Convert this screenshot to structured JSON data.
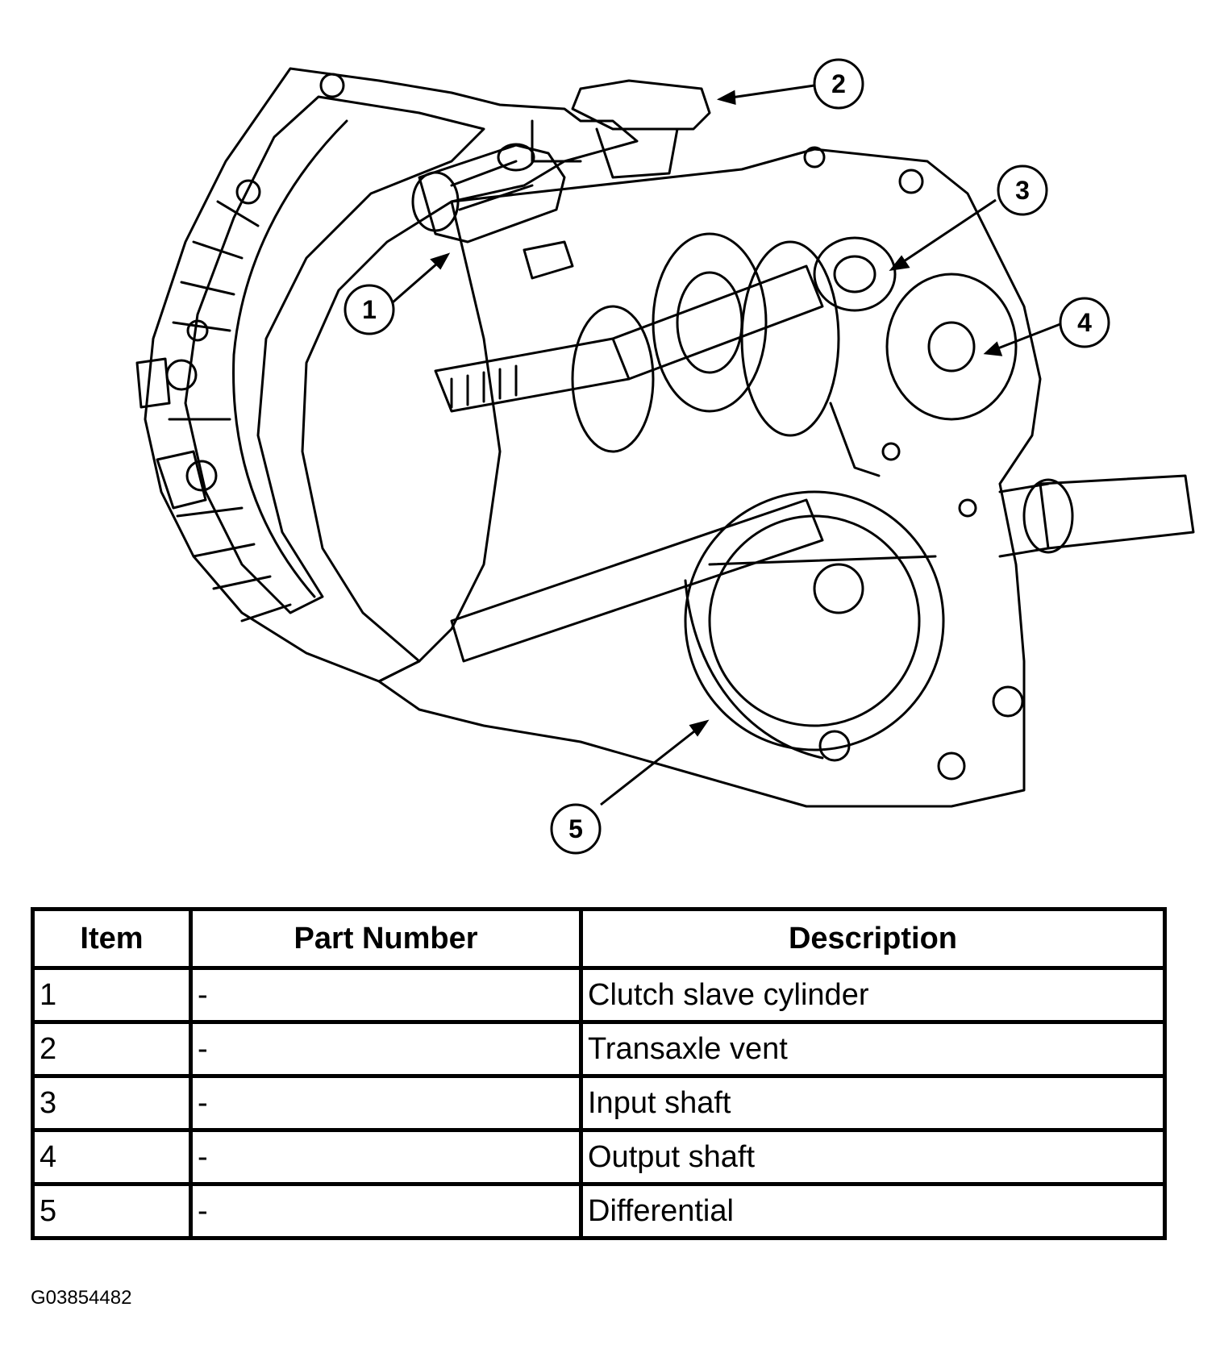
{
  "callouts": [
    {
      "number": "1"
    },
    {
      "number": "2"
    },
    {
      "number": "3"
    },
    {
      "number": "4"
    },
    {
      "number": "5"
    }
  ],
  "table": {
    "headers": [
      "Item",
      "Part Number",
      "Description"
    ],
    "rows": [
      {
        "item": "1",
        "part_number": "-",
        "description": "Clutch slave cylinder"
      },
      {
        "item": "2",
        "part_number": "-",
        "description": "Transaxle vent"
      },
      {
        "item": "3",
        "part_number": "-",
        "description": "Input shaft"
      },
      {
        "item": "4",
        "part_number": "-",
        "description": "Output shaft"
      },
      {
        "item": "5",
        "part_number": "-",
        "description": "Differential"
      }
    ]
  },
  "figure_id": "G03854482"
}
